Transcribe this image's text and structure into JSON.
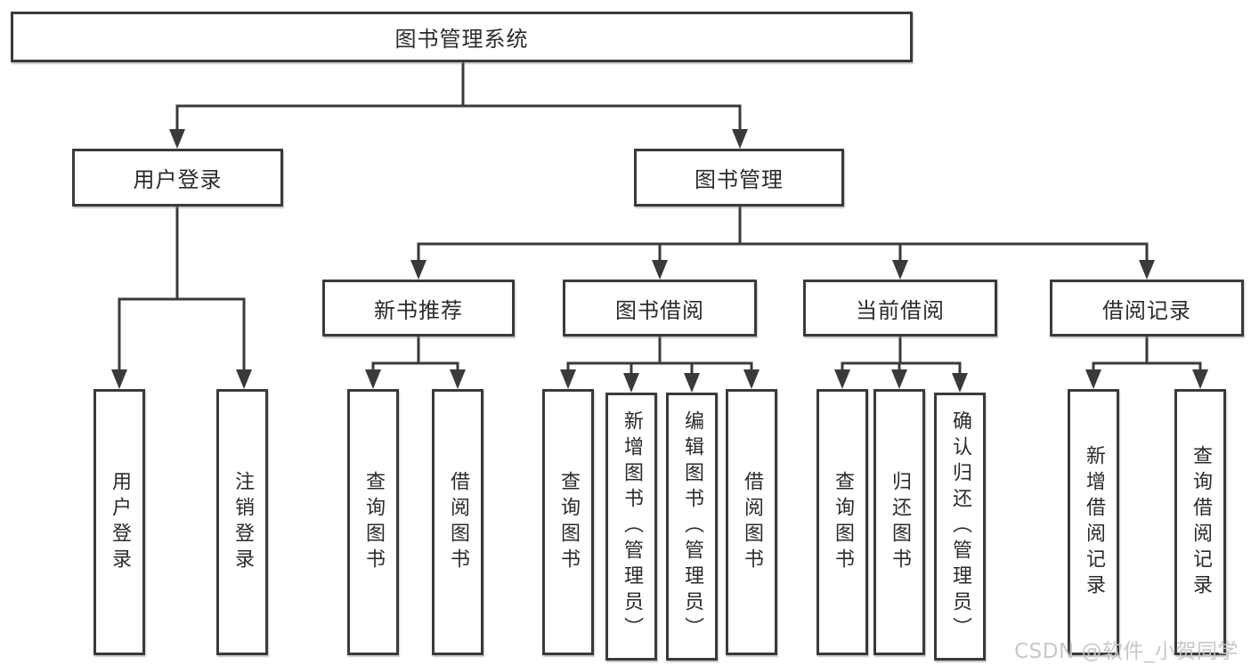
{
  "diagram": {
    "root": {
      "label": "图书管理系统"
    },
    "branches": [
      {
        "label": "用户登录",
        "children": [
          {
            "label": "用户登录"
          },
          {
            "label": "注销登录"
          }
        ]
      },
      {
        "label": "图书管理",
        "children": [
          {
            "label": "新书推荐",
            "children": [
              {
                "label": "查询图书"
              },
              {
                "label": "借阅图书"
              }
            ]
          },
          {
            "label": "图书借阅",
            "children": [
              {
                "label": "查询图书"
              },
              {
                "label": "新增图书（管理员）"
              },
              {
                "label": "编辑图书（管理员）"
              },
              {
                "label": "借阅图书"
              }
            ]
          },
          {
            "label": "当前借阅",
            "children": [
              {
                "label": "查询图书"
              },
              {
                "label": "归还图书"
              },
              {
                "label": "确认归还（管理员）"
              }
            ]
          },
          {
            "label": "借阅记录",
            "children": [
              {
                "label": "新增借阅记录"
              },
              {
                "label": "查询借阅记录"
              }
            ]
          }
        ]
      }
    ]
  },
  "watermark": {
    "text": "CSDN @软件_小贺同学"
  },
  "colors": {
    "line": "#3a3a3a",
    "box_border": "#3a3a3a",
    "box_background": "#ffffff",
    "text": "#2b2b2b",
    "watermark": "#c6c4c4",
    "background": "#ffffff"
  }
}
